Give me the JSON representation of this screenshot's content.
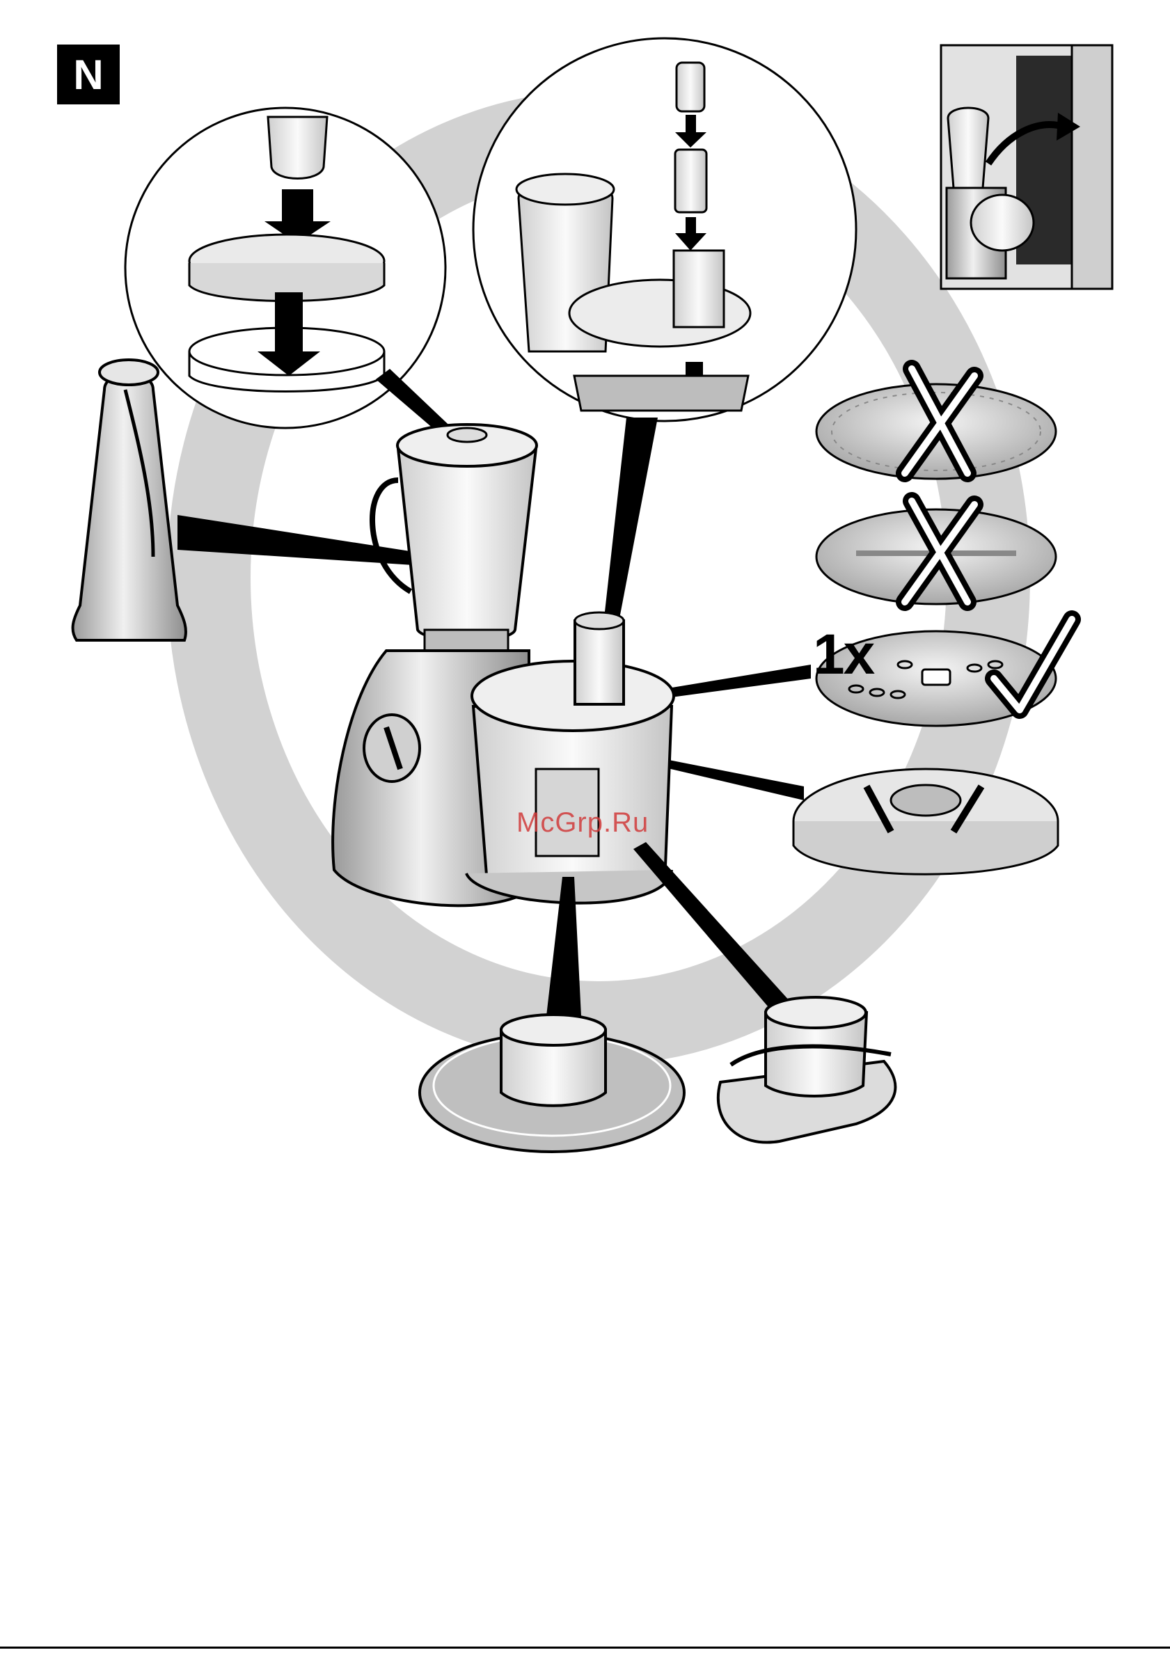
{
  "page": {
    "section_label": "N",
    "watermark": "McGrp.Ru",
    "attachment_count": "1x"
  },
  "icons": {
    "disc_fine_grater": "cross-icon",
    "disc_slicer": "cross-icon",
    "disc_coarse_grater": "check-icon"
  },
  "colors": {
    "ink": "#000000",
    "ghost_grey": "#d2d2d2",
    "metal_grey": "#bdbdbd",
    "watermark_red": "#d13b3b"
  }
}
